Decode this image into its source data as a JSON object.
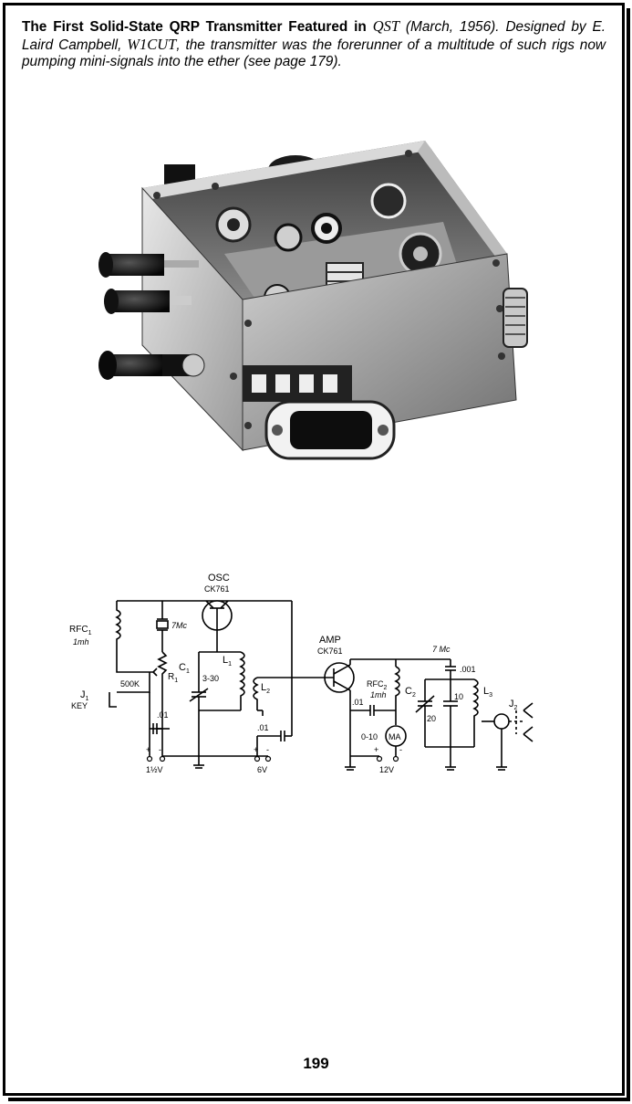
{
  "caption": {
    "bold_intro": "The First Solid-State QRP Transmitter Featured in ",
    "magazine": "QST",
    "date_part": " (March, 1956).",
    "designed_by": " Designed by E. Laird Campbell, ",
    "callsign": "W1CUT",
    "rest": ", the transmitter was the forerunner of a multitude of such rigs now pumping mini-signals into the ether (see page 179)."
  },
  "schematic": {
    "osc_label": "OSC",
    "osc_part": "CK761",
    "amp_label": "AMP",
    "amp_part": "CK761",
    "rfc1": "RFC",
    "rfc1_sub": "1",
    "rfc1_val": "1mh",
    "crystal": "7Mc",
    "r1_value": "500K",
    "r1": "R",
    "r1_sub": "1",
    "j1": "J",
    "j1_sub": "1",
    "key": "KEY",
    "c_01a": ".01",
    "c1": "C",
    "c1_sub": "1",
    "c1_val": "3-30",
    "l1": "L",
    "l1_sub": "1",
    "l2": "L",
    "l2_sub": "2",
    "c_01b": ".01",
    "batt1": "1½V",
    "batt2": "6V",
    "freq_out": "7 Mc",
    "rfc2": "RFC",
    "rfc2_sub": "2",
    "rfc2_val": "1mh",
    "c_01c": ".01",
    "meter_range": "0-10",
    "meter": "MA",
    "batt3": "12V",
    "c2": "C",
    "c2_sub": "2",
    "c2_val": "20",
    "c_10": "10",
    "c_001": ".001",
    "l3": "L",
    "l3_sub": "3",
    "j2": "J",
    "j2_sub": "2",
    "plus": "+",
    "minus": "-"
  },
  "page_number": "199"
}
